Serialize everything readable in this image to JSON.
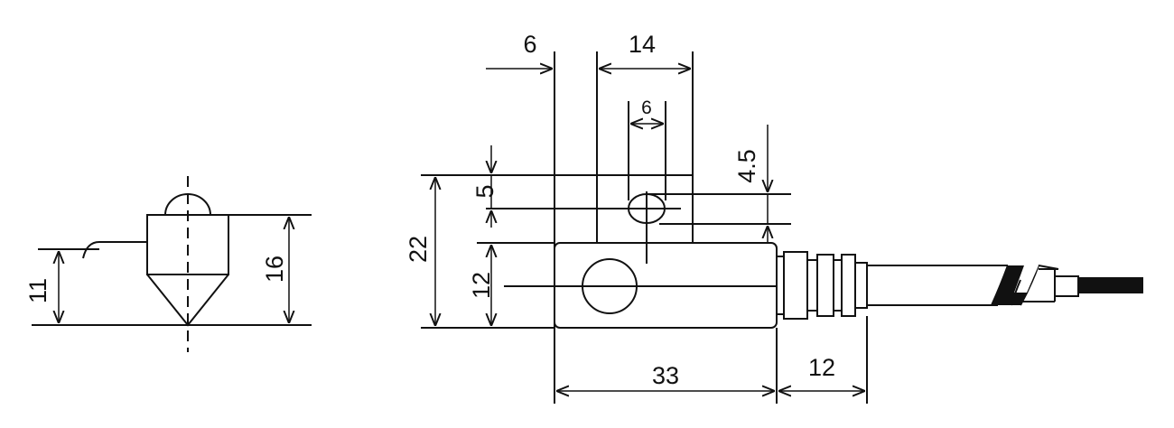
{
  "drawing": {
    "side_view": {
      "dim_height_total": "16",
      "dim_height_cable": "11"
    },
    "top_view": {
      "dim_left_offset": "6",
      "dim_bracket_width": "14",
      "dim_slot_width": "6",
      "dim_slot_offset": "4.5",
      "dim_slot_position": "5",
      "dim_total_height": "22",
      "dim_body_height": "12",
      "dim_body_length": "33",
      "dim_gland_length": "12"
    }
  }
}
